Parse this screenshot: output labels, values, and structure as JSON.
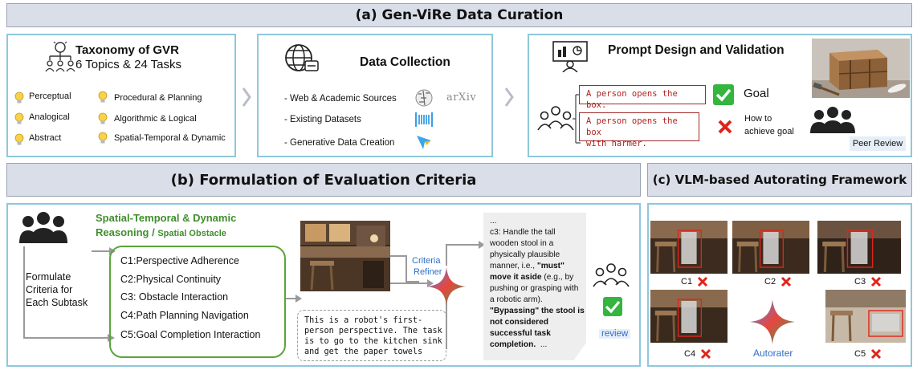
{
  "section_a": {
    "title": "(a) Gen-ViRe Data Curation",
    "taxonomy": {
      "title": "Taxonomy of GVR",
      "subtitle": "6 Topics & 24 Tasks",
      "items": [
        "Perceptual",
        "Procedural & Planning",
        "Analogical",
        "Algorithmic & Logical",
        "Abstract",
        "Spatial-Temporal & Dynamic"
      ]
    },
    "data_collection": {
      "title": "Data Collection",
      "sources": [
        "- Web & Academic Sources",
        "- Existing Datasets",
        "- Generative Data Creation"
      ],
      "arxiv_logo": "arXiv"
    },
    "prompt_design": {
      "title": "Prompt Design and Validation",
      "prompt_1": "A person opens the box.",
      "prompt_2_line1": "A person opens the box",
      "prompt_2_line2": "with harmer.",
      "goal_label": "Goal",
      "how_to_line1": "How to",
      "how_to_line2": "achieve goal",
      "peer_review": "Peer Review"
    }
  },
  "section_b": {
    "title": "(b) Formulation of Evaluation Criteria",
    "task_line1": "Spatial-Temporal & Dynamic",
    "task_line2": "Reasoning /",
    "task_sub": "Spatial Obstacle",
    "formulate": [
      "Formulate",
      "Criteria for",
      "Each Subtask"
    ],
    "criteria": [
      "C1:Perspective Adherence",
      "C2:Physical Continuity",
      "C3: Obstacle Interaction",
      "C4:Path Planning Navigation",
      "C5:Goal Completion Interaction"
    ],
    "prompt_lines": [
      "This is a  robot's first-",
      "person perspective. The task",
      "is to go to the kitchen sink",
      "and get the paper towels"
    ],
    "refiner_line1": "Criteria",
    "refiner_line2": "Refiner",
    "doc": {
      "ellipsis": "...",
      "lines": [
        "c3: Handle  the tall",
        "wooden stool in a",
        "physically plausible",
        "manner, i.e., "
      ],
      "must_prefix": "\"must\"",
      "must_line": "move it aside",
      "after_must": " (e.g., by",
      "more_lines": [
        "pushing or grasping with",
        "a robotic arm)."
      ],
      "bold_lines": [
        "\"Bypassing\" the stool is",
        "not considered",
        "successful task"
      ],
      "last_line": "completion.",
      "trailing": "..."
    },
    "review_label": "review"
  },
  "section_c": {
    "title": "(c) VLM-based Autorating Framework",
    "thumb_labels": [
      "C1",
      "C2",
      "C3",
      "C4",
      "C5"
    ],
    "autorater_label": "Autorater"
  },
  "colors": {
    "banner": "#d9dee8",
    "panel_border": "#8ec8dc",
    "prompt_red": "#b0231f",
    "task_green": "#3f8f2c",
    "autorater_blue": "#2f6ec6",
    "cross_red": "#e0241b",
    "check_green": "#33b53e"
  }
}
